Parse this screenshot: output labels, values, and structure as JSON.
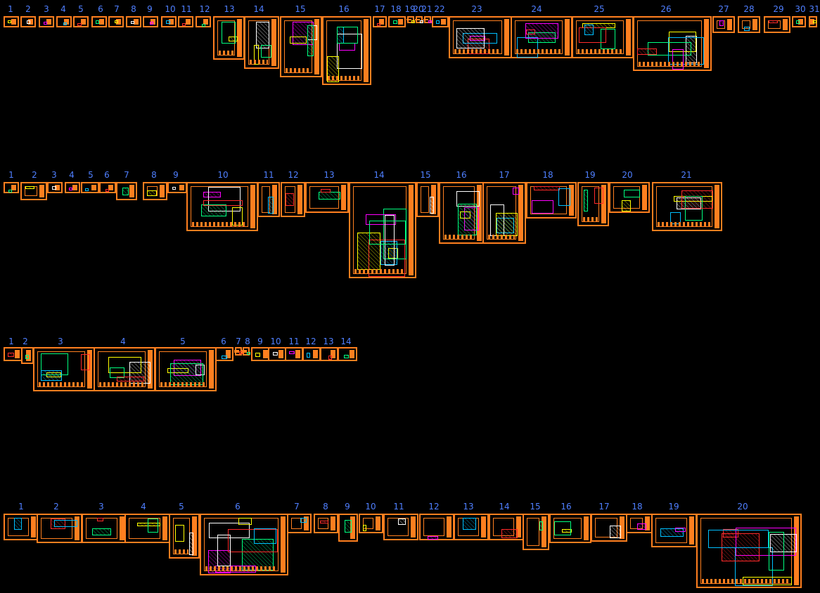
{
  "colors": {
    "background": "#000000",
    "sheet_border": "#ff7f1f",
    "number_label": "#4f7fff",
    "detail_accents": [
      "#ffff00",
      "#00ff7f",
      "#ff2a2a",
      "#00bfff",
      "#ff00ff",
      "#ffffff"
    ]
  },
  "rows": [
    {
      "id": "row-1",
      "labels": [
        "1",
        "2",
        "3",
        "4",
        "5",
        "6",
        "7",
        "8",
        "9",
        "10",
        "11",
        "12",
        "13",
        "14",
        "15",
        "16",
        "17",
        "18",
        "19",
        "20",
        "21",
        "22",
        "23",
        "24",
        "25",
        "26",
        "27",
        "28",
        "29",
        "30",
        "31"
      ]
    },
    {
      "id": "row-2",
      "labels": [
        "1",
        "2",
        "3",
        "4",
        "5",
        "6",
        "7",
        "8",
        "9",
        "10",
        "11",
        "12",
        "13",
        "14",
        "15",
        "16",
        "17",
        "18",
        "19",
        "20",
        "21"
      ]
    },
    {
      "id": "row-3",
      "labels": [
        "1",
        "2",
        "3",
        "4",
        "5",
        "6",
        "7",
        "8",
        "9",
        "10",
        "11",
        "12",
        "13",
        "14"
      ]
    },
    {
      "id": "row-4",
      "labels": [
        "1",
        "2",
        "3",
        "4",
        "5",
        "6",
        "7",
        "8",
        "9",
        "10",
        "11",
        "12",
        "13",
        "14",
        "15",
        "16",
        "17",
        "18",
        "19",
        "20"
      ]
    }
  ]
}
